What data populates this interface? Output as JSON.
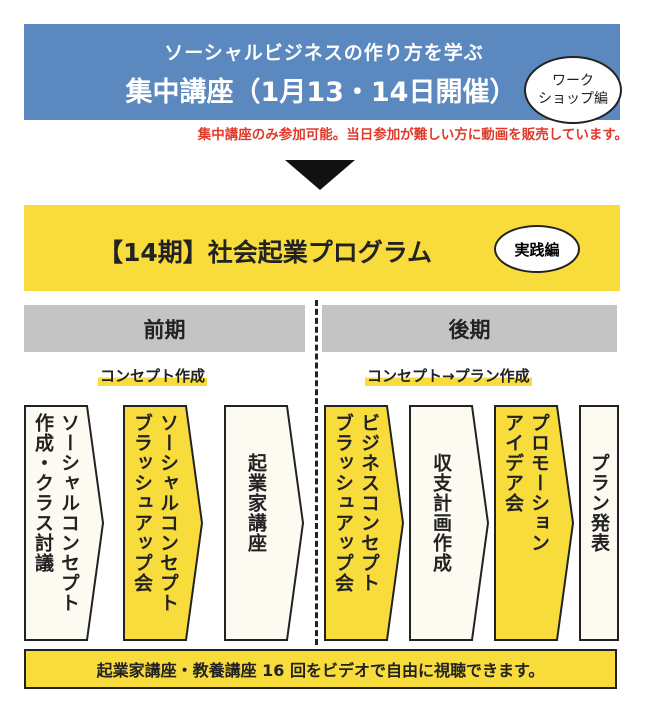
{
  "header": {
    "subtitle": "ソーシャルビジネスの作り方を学ぶ",
    "title": "集中講座（1月13・14日開催）",
    "bubble_line1": "ワーク",
    "bubble_line2": "ショップ編",
    "bg_color": "#5a88bf"
  },
  "note": "集中講座のみ参加可能。当日参加が難しい方に動画を販売しています。",
  "program": {
    "title": "【14期】社会起業プログラム",
    "bubble": "実践編",
    "bg_color": "#f8dc3c"
  },
  "phases": {
    "first": {
      "label": "前期",
      "subtitle": "コンセプト作成"
    },
    "second": {
      "label": "後期",
      "subtitle": "コンセプト→プラン作成"
    }
  },
  "steps": [
    {
      "lines": [
        "ソーシャルコンセプト",
        "作成・クラス討議"
      ],
      "highlight": false
    },
    {
      "lines": [
        "ソーシャルコンセプト",
        "ブラッシュアップ会"
      ],
      "highlight": true
    },
    {
      "lines": [
        "起業家講座"
      ],
      "highlight": false
    },
    {
      "lines": [
        "ビジネスコンセプト",
        "ブラッシュアップ会"
      ],
      "highlight": true
    },
    {
      "lines": [
        "収支計画作成"
      ],
      "highlight": false
    },
    {
      "lines": [
        "プロモーション",
        "アイデア会"
      ],
      "highlight": true
    },
    {
      "lines": [
        "プラン発表"
      ],
      "highlight": false
    }
  ],
  "footer": "起業家講座・教養講座 16 回をビデオで自由に視聴できます。"
}
